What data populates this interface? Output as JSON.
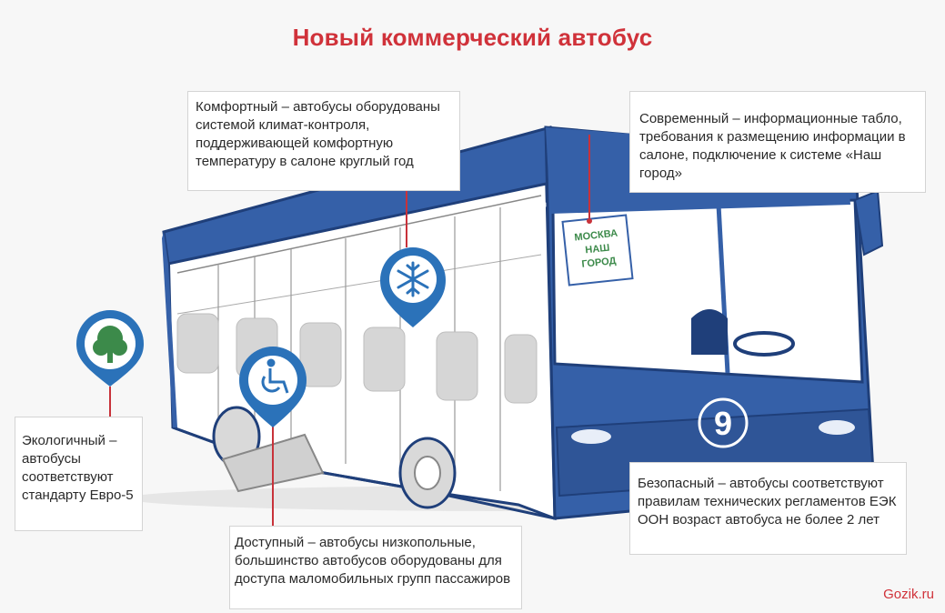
{
  "title": "Новый коммерческий автобус",
  "callouts": {
    "comfort": "Комфортный – автобусы оборудованы системой климат-контроля, поддерживающей комфортную температуру в салоне круглый год",
    "modern": "Современный – информационные табло, требования к размещению информации в салоне, подключение к системе «Наш город»",
    "eco": "Экологичный – автобусы соответствуют стандарту Евро-5",
    "access": "Доступный – автобусы низкопольные, большинство автобусов оборудованы для доступа маломобильных групп пассажиров",
    "safe": "Безопасный – автобусы соответствуют правилам технических регламентов ЕЭК ООН возраст автобуса не более 2 лет"
  },
  "sign": {
    "line1": "МОСКВА",
    "line2": "НАШ",
    "line3": "ГОРОД"
  },
  "bus_number": "9",
  "watermark": "Gozik.ru",
  "colors": {
    "title": "#d0323a",
    "bus_blue": "#3560a8",
    "bus_dark": "#1f3f7a",
    "pin_blue": "#2b72b9",
    "leader_red": "#c8323a",
    "sign_green": "#3c8a4a"
  },
  "icons": [
    "tree-icon",
    "snowflake-icon",
    "wheelchair-icon"
  ]
}
